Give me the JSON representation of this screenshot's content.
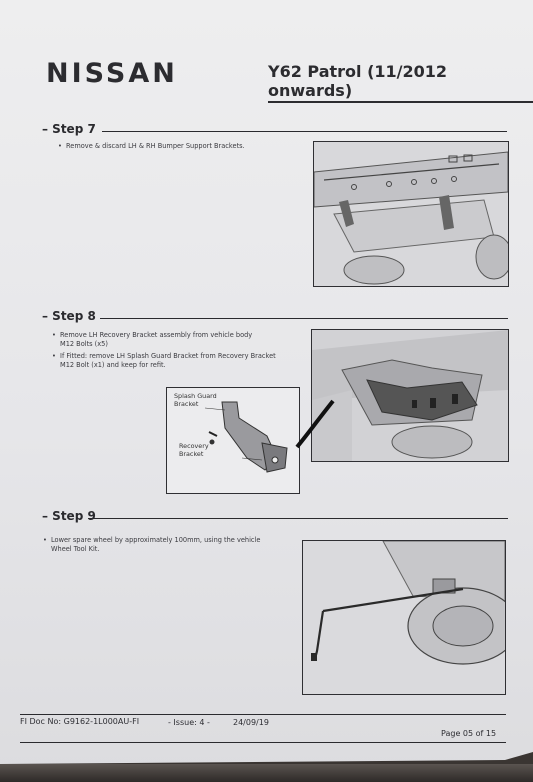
{
  "header": {
    "brand": "NISSAN",
    "model": "Y62 Patrol (11/2012 onwards)"
  },
  "steps": [
    {
      "title": "– Step 7",
      "bullets": [
        "Remove & discard LH & RH Bumper Support Brackets."
      ]
    },
    {
      "title": "– Step 8",
      "bullets": [
        "Remove LH Recovery Bracket assembly from vehicle body",
        "M12 Bolts (x5)",
        "If Fitted: remove LH Splash Guard Bracket from Recovery Bracket",
        "M12 Bolt (x1) and keep for refit."
      ],
      "callouts": {
        "splash_guard": "Splash Guard",
        "bracket": "Bracket",
        "recovery": "Recovery",
        "recovery_bracket": "Bracket"
      }
    },
    {
      "title": "– Step 9",
      "bullets": [
        "Lower spare wheel by approximately 100mm, using the vehicle",
        "Wheel Tool Kit."
      ]
    }
  ],
  "footer": {
    "doc_no": "FI Doc No: G9162-1L000AU-FI",
    "issue": "-   Issue: 4   -",
    "date": "24/09/19",
    "page": "Page 05 of 15"
  },
  "colors": {
    "ink": "#2b2b2d",
    "paper": "#e9e9ec",
    "background": "#3a3532"
  }
}
